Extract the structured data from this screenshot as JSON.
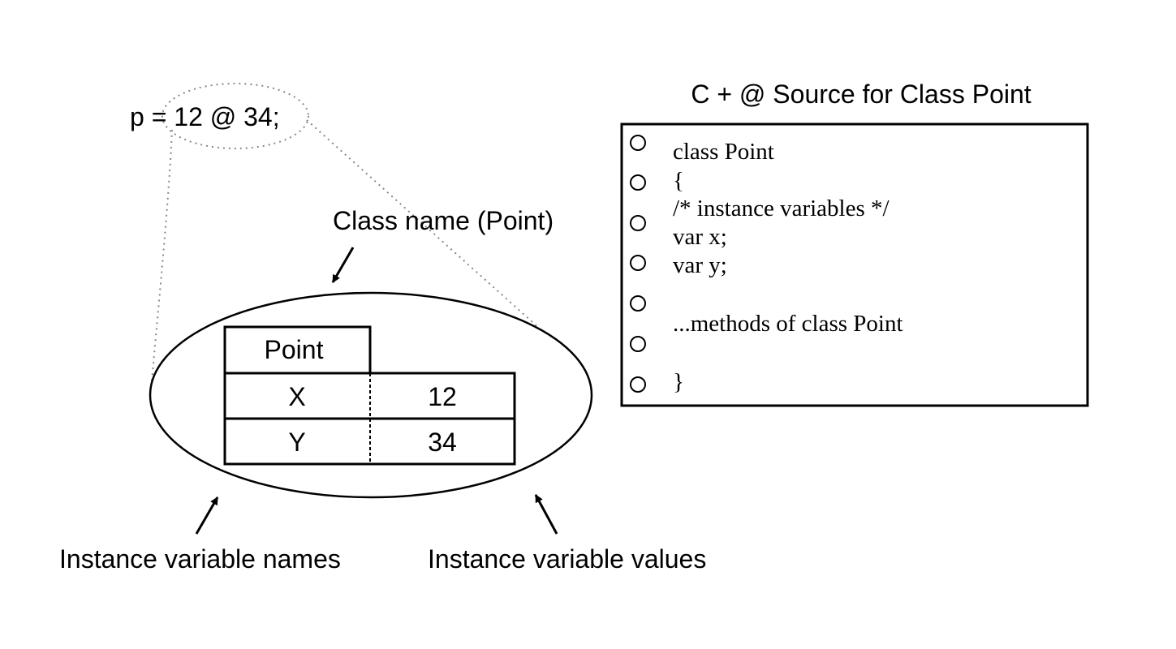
{
  "expression": {
    "text": "p = 12 @ 34;",
    "prefix": "p = ",
    "highlighted": "12 @ 34;"
  },
  "callouts": {
    "class_name": "Class name (Point)",
    "names": "Instance variable names",
    "values": "Instance variable values"
  },
  "object_table": {
    "class_name": "Point",
    "rows": [
      {
        "name": "X",
        "value": "12"
      },
      {
        "name": "Y",
        "value": "34"
      }
    ]
  },
  "source_panel": {
    "title": "C + @ Source for Class Point",
    "lines": [
      "class Point",
      "{",
      "/* instance variables */",
      "var x;",
      "var y;",
      "",
      "...methods of class Point",
      "",
      "}"
    ],
    "binder_holes": 7
  }
}
